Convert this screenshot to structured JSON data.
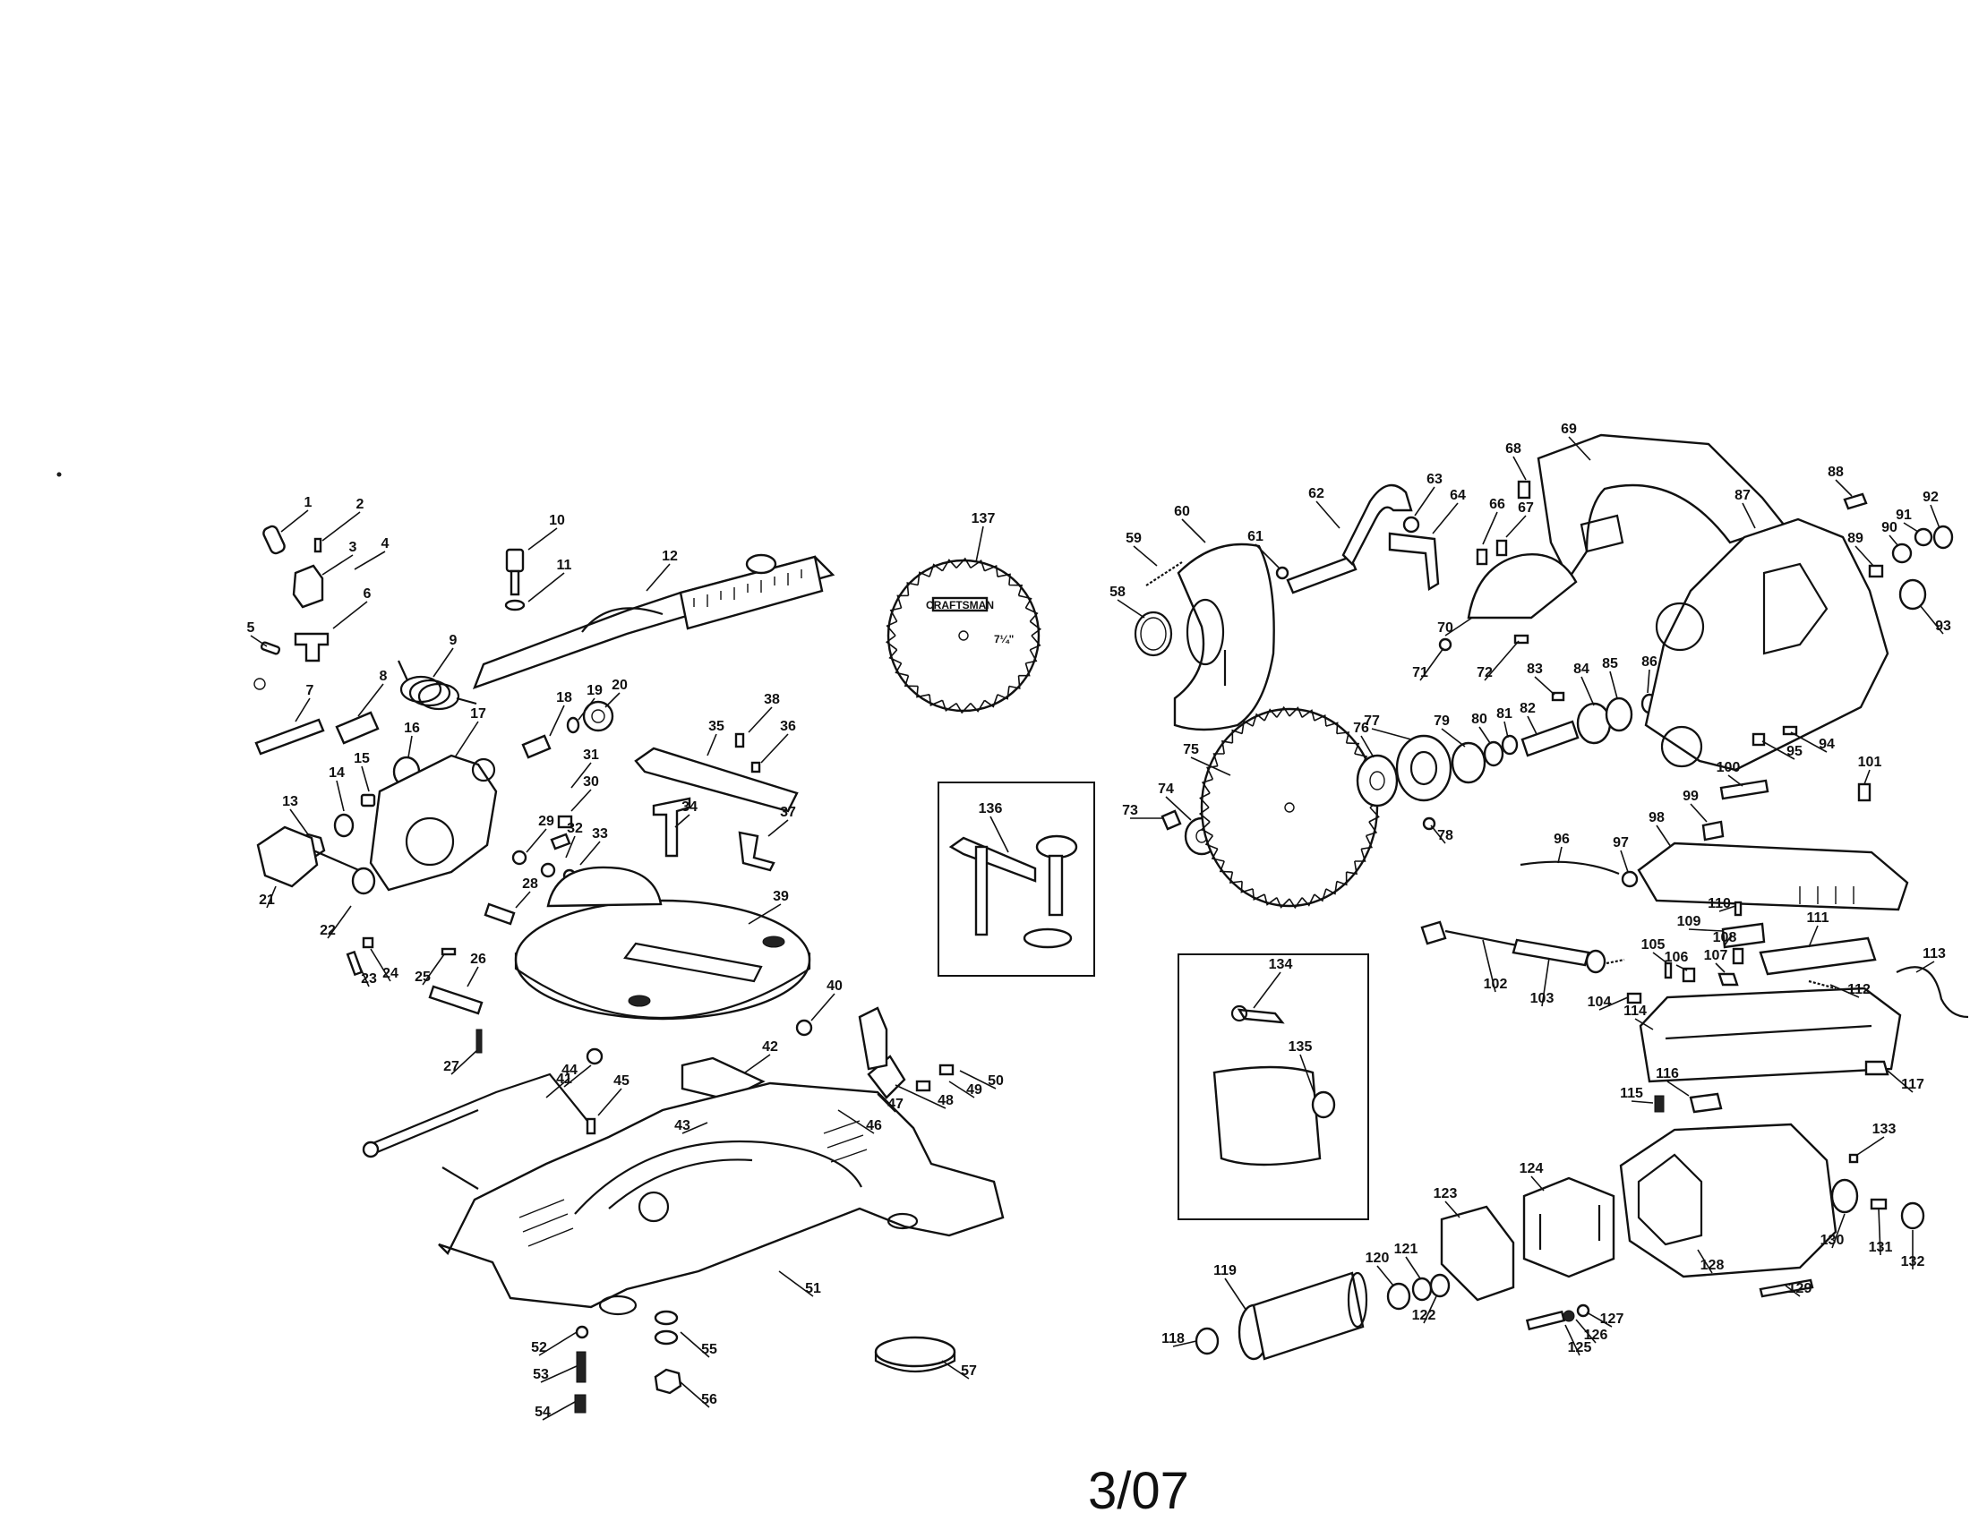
{
  "diagram": {
    "type": "exploded-parts-diagram",
    "callouts": [
      "1",
      "2",
      "3",
      "4",
      "5",
      "6",
      "7",
      "8",
      "9",
      "10",
      "11",
      "12",
      "13",
      "14",
      "15",
      "16",
      "17",
      "18",
      "19",
      "20",
      "21",
      "22",
      "23",
      "24",
      "25",
      "26",
      "27",
      "28",
      "29",
      "30",
      "31",
      "32",
      "33",
      "34",
      "35",
      "36",
      "37",
      "38",
      "39",
      "40",
      "41",
      "42",
      "43",
      "44",
      "45",
      "46",
      "47",
      "48",
      "49",
      "50",
      "51",
      "52",
      "53",
      "54",
      "55",
      "56",
      "57",
      "58",
      "59",
      "60",
      "61",
      "62",
      "63",
      "64",
      "66",
      "67",
      "68",
      "69",
      "70",
      "71",
      "72",
      "73",
      "74",
      "75",
      "76",
      "77",
      "78",
      "79",
      "80",
      "81",
      "82",
      "83",
      "84",
      "85",
      "86",
      "87",
      "88",
      "89",
      "90",
      "91",
      "92",
      "93",
      "94",
      "95",
      "96",
      "97",
      "98",
      "99",
      "100",
      "101",
      "102",
      "103",
      "104",
      "105",
      "106",
      "107",
      "108",
      "109",
      "110",
      "111",
      "112",
      "113",
      "114",
      "115",
      "116",
      "117",
      "118",
      "119",
      "120",
      "121",
      "122",
      "123",
      "124",
      "125",
      "126",
      "127",
      "128",
      "129",
      "130",
      "131",
      "132",
      "133",
      "134",
      "135",
      "136",
      "137"
    ],
    "blade_labels": {
      "brand": "CRAFTSMAN",
      "size": "7¼\""
    },
    "insets": [
      {
        "name": "clamp-inset",
        "callouts": [
          "136"
        ]
      },
      {
        "name": "accessory-inset",
        "callouts": [
          "134",
          "135"
        ]
      }
    ]
  },
  "footer": {
    "date_code": "3/07"
  }
}
